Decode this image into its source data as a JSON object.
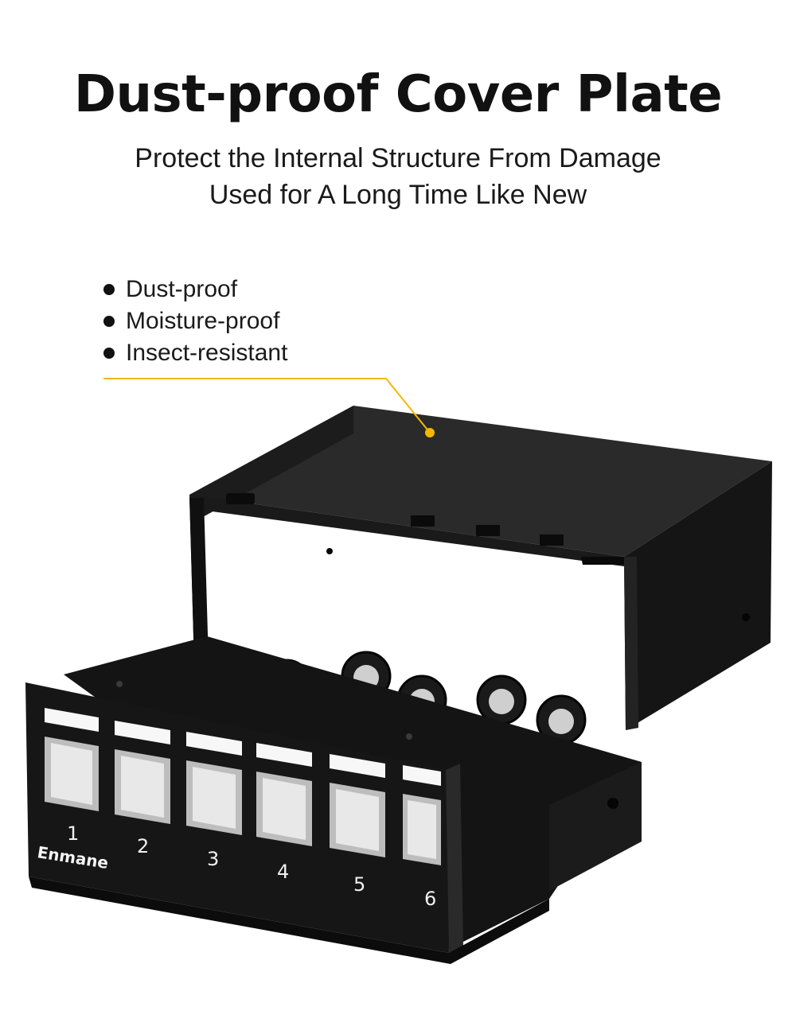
{
  "header": {
    "title": "Dust-proof Cover Plate",
    "subtitle_line1": "Protect the Internal Structure From Damage",
    "subtitle_line2": "Used for A Long Time Like New"
  },
  "features": [
    {
      "label": "Dust-proof"
    },
    {
      "label": "Moisture-proof"
    },
    {
      "label": "Insect-resistant"
    }
  ],
  "product": {
    "brand": "Enmane",
    "port_numbers": [
      "1",
      "2",
      "3",
      "4",
      "5",
      "6"
    ]
  },
  "colors": {
    "callout_accent": "#f5b800",
    "product_body": "#141414",
    "background": "#ffffff"
  }
}
